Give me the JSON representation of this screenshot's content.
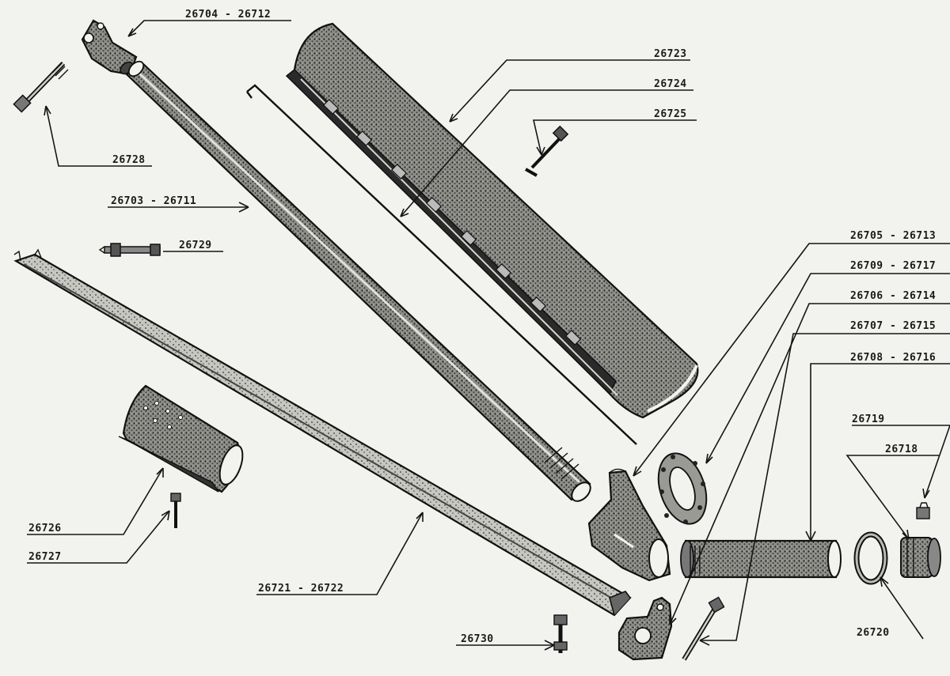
{
  "diagram": {
    "labels": {
      "l26704": "26704  -  26712",
      "l26723": "26723",
      "l26724": "26724",
      "l26725": "26725",
      "l26728": "26728",
      "l26703": "26703  -  26711",
      "l26729": "26729",
      "l26705": "26705  -  26713",
      "l26709": "26709  -  26717",
      "l26706": "26706  -  26714",
      "l26707": "26707  -  26715",
      "l26708": "26708  -  26716",
      "l26719": "26719",
      "l26718": "26718",
      "l26726": "26726",
      "l26727": "26727",
      "l26721": "26721  -  26722",
      "l26730": "26730",
      "l26720": "26720"
    },
    "colors": {
      "ink": "#151515",
      "paper": "#f2f2ef",
      "tube_shade": "#3b3b3b",
      "tube_light": "#bdbdb8"
    }
  }
}
